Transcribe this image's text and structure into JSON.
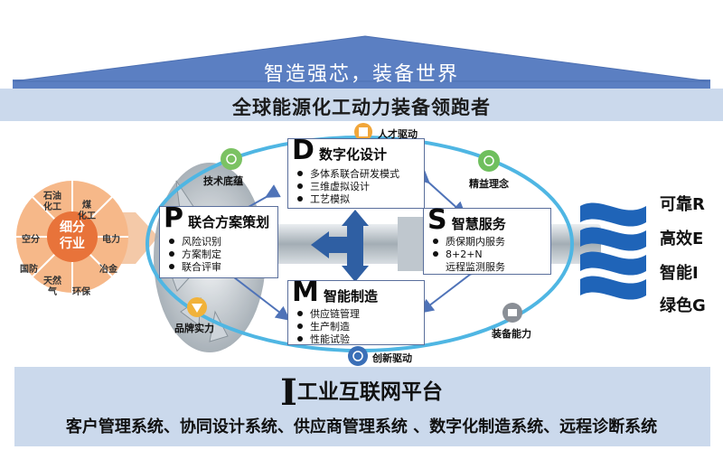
{
  "roof": {
    "title": "智造强芯，装备世界",
    "subtitle": "全球能源化工动力装备领跑者"
  },
  "industries": {
    "center": [
      "细分",
      "行业"
    ],
    "segments": [
      "石油\n化工",
      "煤\n化工",
      "电力",
      "冶金",
      "环保",
      "天然\n气",
      "国防",
      "空分"
    ]
  },
  "modules": {
    "d": {
      "letter": "D",
      "title": "数字化设计",
      "items": [
        "多体系联合研发模式",
        "三维虚拟设计",
        "工艺模拟"
      ]
    },
    "p": {
      "letter": "P",
      "title": "联合方案策划",
      "items": [
        "风险识别",
        "方案制定",
        "联合评审"
      ]
    },
    "s": {
      "letter": "S",
      "title": "智慧服务",
      "items": [
        "质保期内服务",
        "8+2+N",
        "远程监测服务"
      ]
    },
    "m": {
      "letter": "M",
      "title": "智能制造",
      "items": [
        "供应链管理",
        "生产制造",
        "性能试验"
      ]
    }
  },
  "drivers": {
    "talent": "人才驱动",
    "tech": "技术底蕴",
    "lean": "精益理念",
    "brand": "品牌实力",
    "equipment": "装备能力",
    "innovation": "创新驱动"
  },
  "values": [
    "可靠R",
    "高效E",
    "智能I",
    "绿色G"
  ],
  "platform": {
    "letter": "I",
    "title": "工业互联网平台",
    "systems": "客户管理系统、协同设计系统、供应商管理系统 、数字化制造系统、远程诊断系统"
  },
  "colors": {
    "roof": "#5b7fc2",
    "band": "#cbd9ec",
    "ellipse": "#4fb6e3",
    "arrow": "#2f5fa3",
    "wheel": "#f2a579",
    "wheel_center": "#e8733a",
    "waves": "#1f64b8"
  }
}
